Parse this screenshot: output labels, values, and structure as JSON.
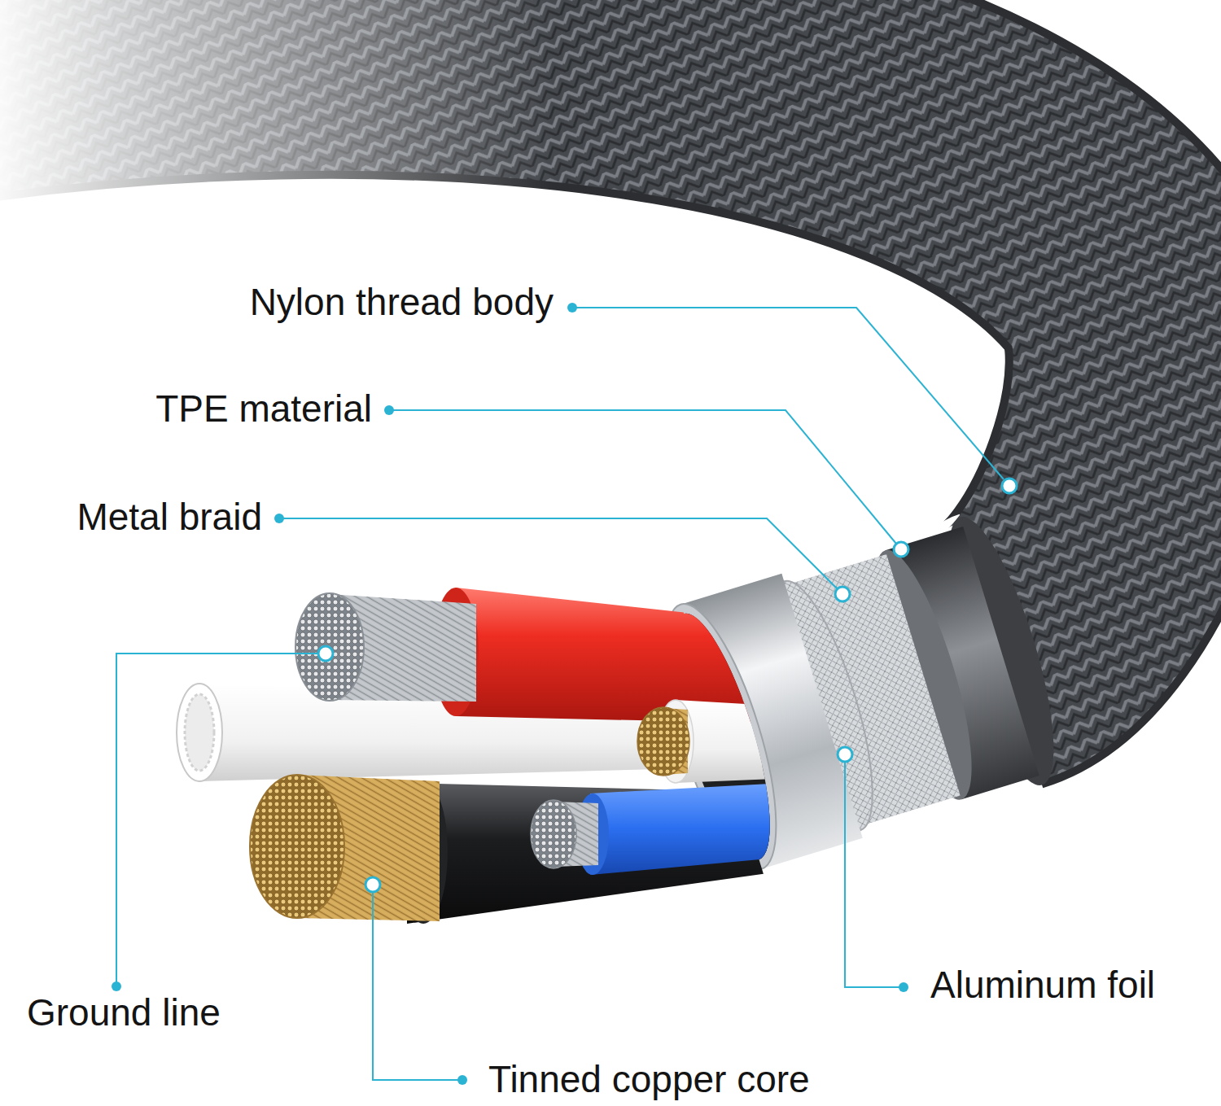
{
  "diagram": {
    "labels": [
      "Nylon thread body",
      "TPE material",
      "Metal braid",
      "Ground line",
      "Tinned copper core",
      "Aluminum foil"
    ]
  }
}
